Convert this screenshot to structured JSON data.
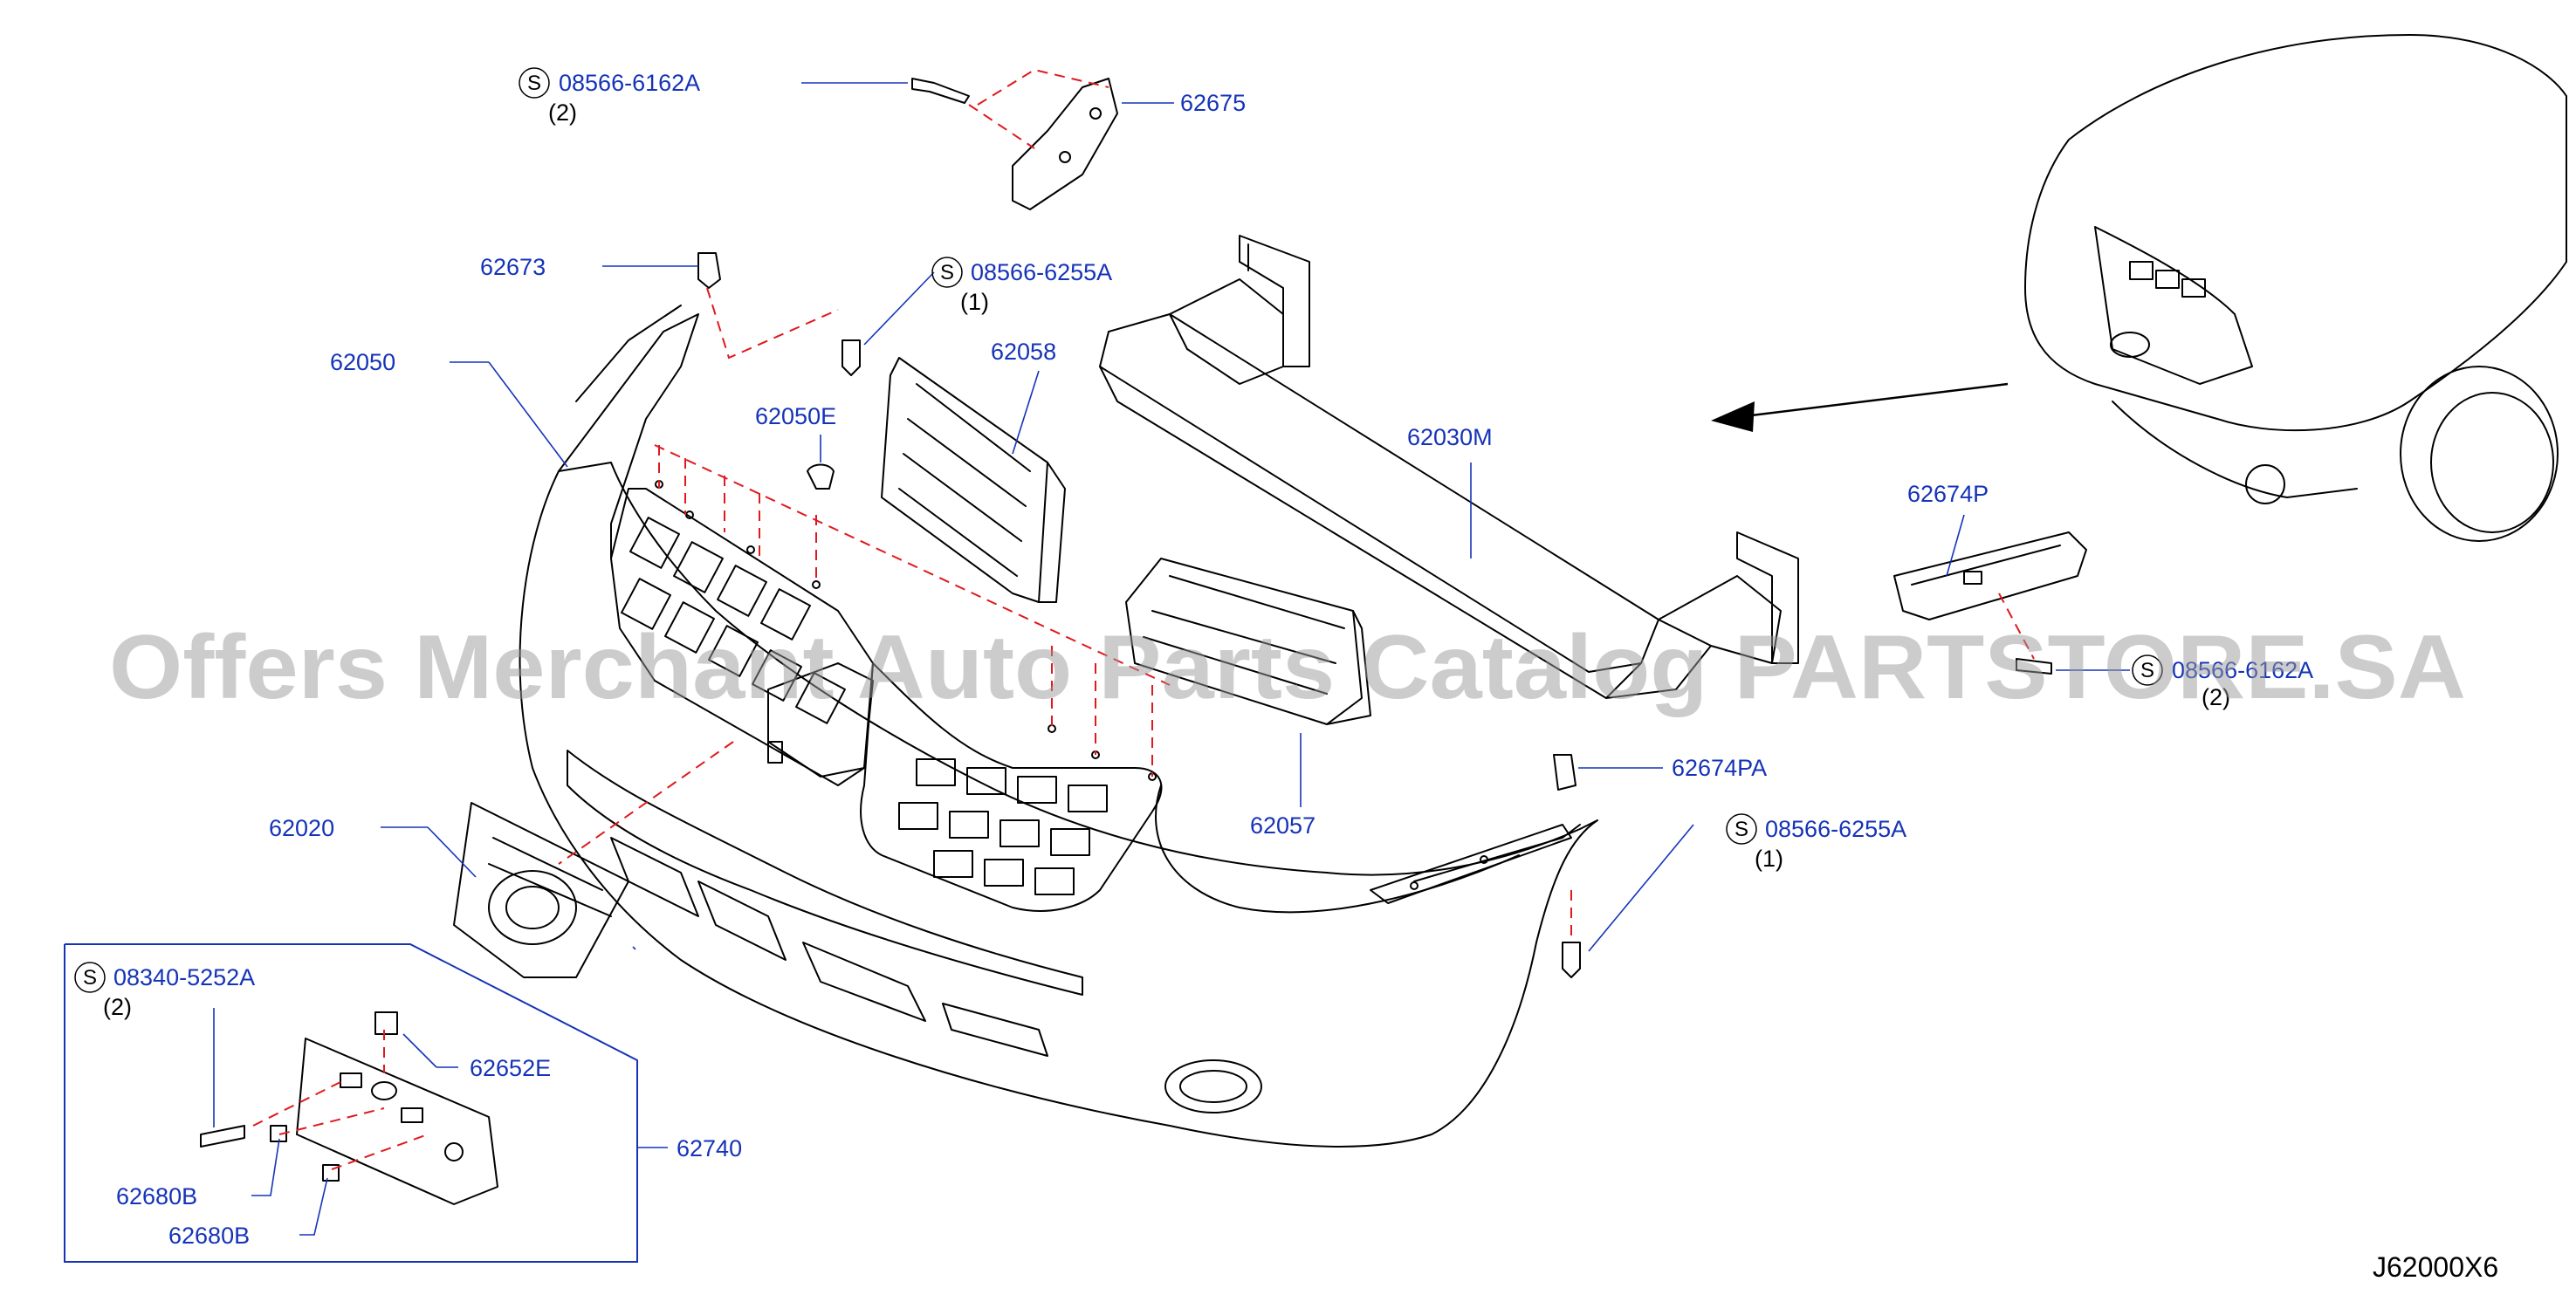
{
  "diagram": {
    "diagram_code": "J62000X6",
    "watermark": "Offers Merchant Auto Parts Catalog PARTSTORE.SA",
    "screw_symbol": "S",
    "callouts": {
      "c08566_6162A_top": {
        "part": "08566-6162A",
        "qty": "(2)"
      },
      "c62675": {
        "part": "62675"
      },
      "c62673": {
        "part": "62673"
      },
      "c08566_6255A_top": {
        "part": "08566-6255A",
        "qty": "(1)"
      },
      "c62050": {
        "part": "62050"
      },
      "c62058": {
        "part": "62058"
      },
      "c62050E": {
        "part": "62050E"
      },
      "c62030M": {
        "part": "62030M"
      },
      "c62674P": {
        "part": "62674P"
      },
      "c08566_6162A_right": {
        "part": "08566-6162A",
        "qty": "(2)"
      },
      "c62057": {
        "part": "62057"
      },
      "c62674PA": {
        "part": "62674PA"
      },
      "c08566_6255A_right": {
        "part": "08566-6255A",
        "qty": "(1)"
      },
      "c62020": {
        "part": "62020"
      },
      "c08340_5252A": {
        "part": "08340-5252A",
        "qty": "(2)"
      },
      "c62652E": {
        "part": "62652E"
      },
      "c62740": {
        "part": "62740"
      },
      "c62680B_1": {
        "part": "62680B"
      },
      "c62680B_2": {
        "part": "62680B"
      }
    }
  },
  "colors": {
    "label": "#1533b8",
    "leader": "#1533b8",
    "hidden_line": "#e0191e",
    "linework": "#000000",
    "watermark": "#9a9a9a"
  }
}
